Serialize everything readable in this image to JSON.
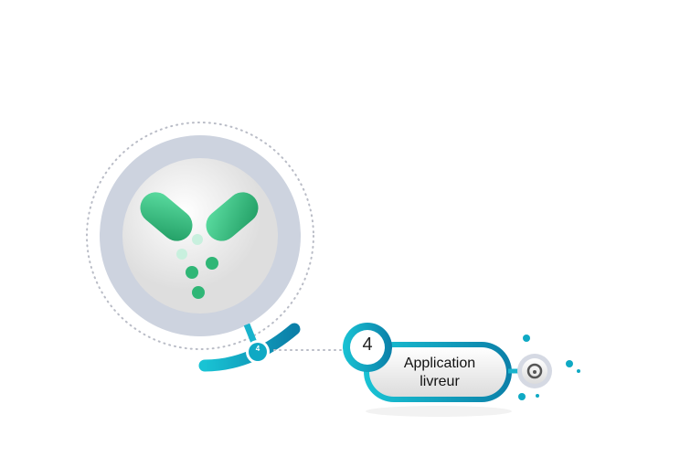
{
  "step": {
    "number": "4",
    "label_line1": "Application",
    "label_line2": "livreur"
  },
  "badge": {
    "number": "4"
  },
  "icons": {
    "logo": "capsule-logo-icon",
    "node": "steering-wheel-icon"
  },
  "colors": {
    "accent": "#0fb3cc",
    "accent_dark": "#0b7fa8",
    "logo_green": "#3dcc8a",
    "ring": "#cdd3df"
  }
}
